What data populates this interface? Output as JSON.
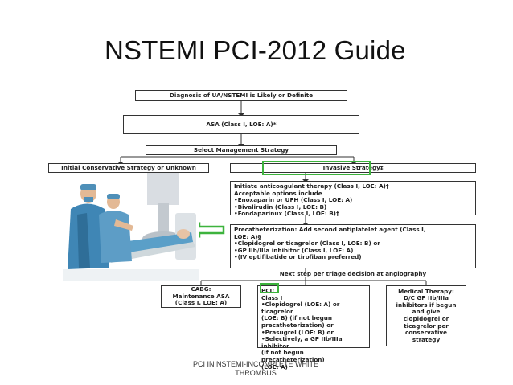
{
  "slide": {
    "title": "NSTEMI PCI-2012 Guide",
    "footer": "PCI IN NSTEMI-INCOMPLETE WHITE THROMBUS"
  },
  "flowchart": {
    "diagnosis": "Diagnosis of UA/NSTEMI is Likely or Definite",
    "asa": "ASA (Class I, LOE: A)*",
    "strategy": "Select Management Strategy",
    "conservative": "Initial Conservative Strategy or Unknown",
    "invasive": "Invasive Strategy‡",
    "anticoag": {
      "lines": [
        "Initiate anticoagulant therapy (Class I, LOE: A)†",
        "Acceptable options include",
        "•Enoxaparin or UFH (Class I, LOE: A)",
        "•Bivalirudin (Class I, LOE: B)",
        "•Fondaparinux (Class I, LOE: B)†"
      ]
    },
    "precath": {
      "lines": [
        "Precatheterization: Add second antiplatelet agent (Class I,",
        "LOE: A)§",
        "•Clopidogrel or ticagrelor (Class I, LOE: B) or",
        "•GP IIb/IIIa inhibitor (Class I, LOE: A)",
        "•(IV eptifibatide or tirofiban preferred)"
      ]
    },
    "next_step": "Next step per triage decision at angiography",
    "cabg": {
      "lines": [
        "CABG:",
        "Maintenance ASA",
        "(Class I, LOE: A)"
      ]
    },
    "pci": {
      "lines": [
        "PCI:",
        "Class I",
        "•Clopidogrel (LOE: A) or ticagrelor",
        "(LOE: B) (if not begun",
        "precatheterization) or",
        "•Prasugrel (LOE: B) or",
        "•Selectively, a GP IIb/IIIa inhibitor",
        "(if not begun precatheterization)",
        "(LOE: A)"
      ]
    },
    "medical": {
      "lines": [
        "Medical Therapy:",
        "D/C GP IIb/IIIa",
        "inhibitors if begun",
        "and give",
        "clopidogrel or",
        "ticagrelor per",
        "conservative",
        "strategy"
      ]
    }
  },
  "colors": {
    "highlight": "#3db33d",
    "box_border": "#333333"
  }
}
